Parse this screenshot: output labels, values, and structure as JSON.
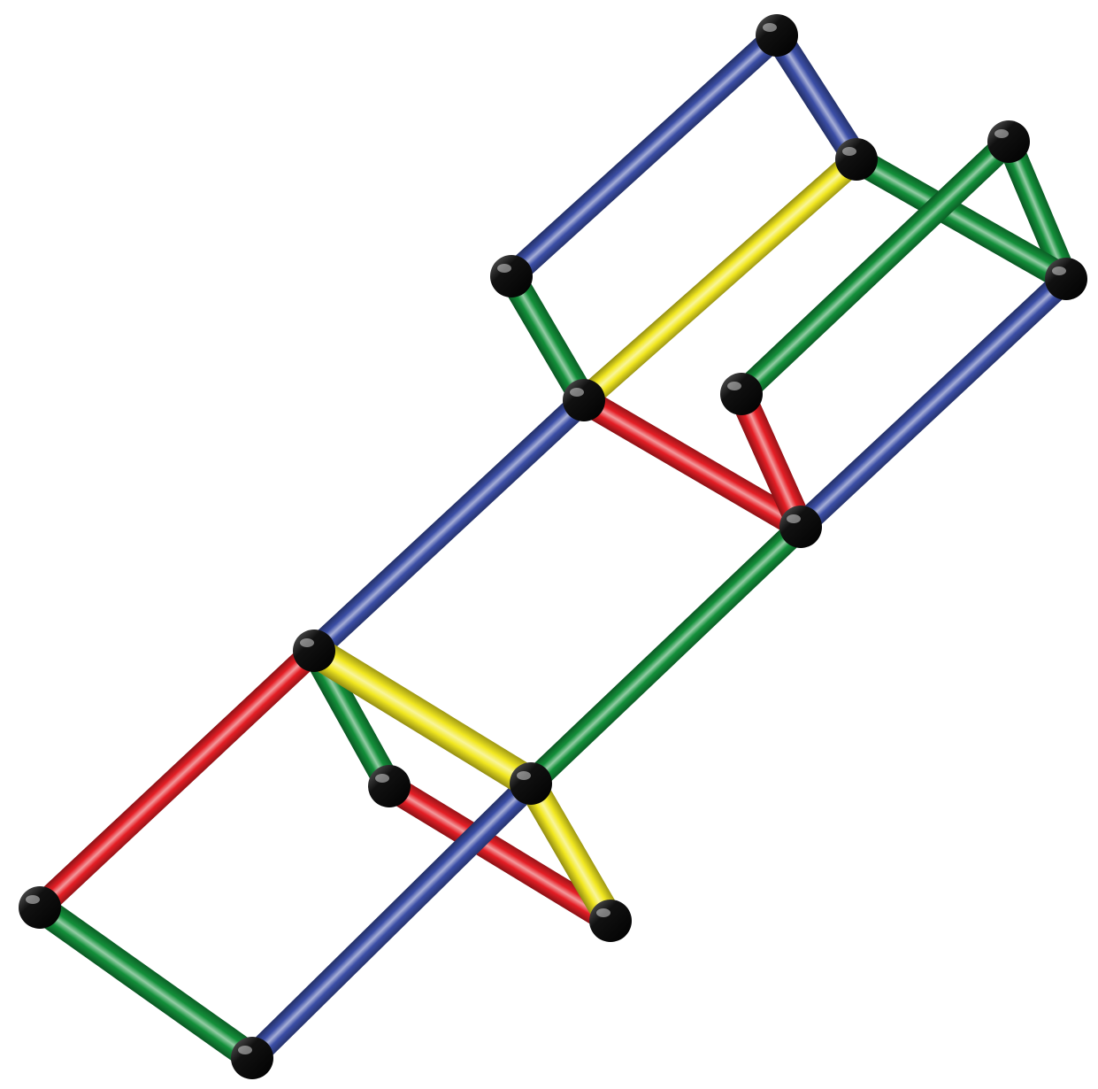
{
  "colors": {
    "blue": "#3b4ea6",
    "green": "#13903a",
    "red": "#e51e25",
    "yellow": "#f2e820",
    "joint": "#111111",
    "background": "#ffffff"
  },
  "model": {
    "rods": [
      {
        "color": "blue",
        "name": "rod-blue-top-left"
      },
      {
        "color": "blue",
        "name": "rod-blue-top-right-short"
      },
      {
        "color": "green",
        "name": "rod-green-left-short-top"
      },
      {
        "color": "green",
        "name": "rod-green-far-right-vertical"
      },
      {
        "color": "green",
        "name": "rod-green-top-diagonal"
      },
      {
        "color": "green",
        "name": "rod-green-upper-right-long"
      },
      {
        "color": "yellow",
        "name": "rod-yellow-upper-diagonal"
      },
      {
        "color": "red",
        "name": "rod-red-upper-left"
      },
      {
        "color": "red",
        "name": "rod-red-upper-right"
      },
      {
        "color": "blue",
        "name": "rod-blue-right-long"
      },
      {
        "color": "blue",
        "name": "rod-blue-center-long"
      },
      {
        "color": "green",
        "name": "rod-green-center-long"
      },
      {
        "color": "red",
        "name": "rod-red-left-long"
      },
      {
        "color": "green",
        "name": "rod-green-bottom-left"
      },
      {
        "color": "green",
        "name": "rod-green-lower-short"
      },
      {
        "color": "red",
        "name": "rod-red-lower-diagonal"
      },
      {
        "color": "blue",
        "name": "rod-blue-lower-long"
      },
      {
        "color": "yellow",
        "name": "rod-yellow-lower-diagonal"
      },
      {
        "color": "yellow",
        "name": "rod-yellow-lower-short"
      }
    ]
  }
}
